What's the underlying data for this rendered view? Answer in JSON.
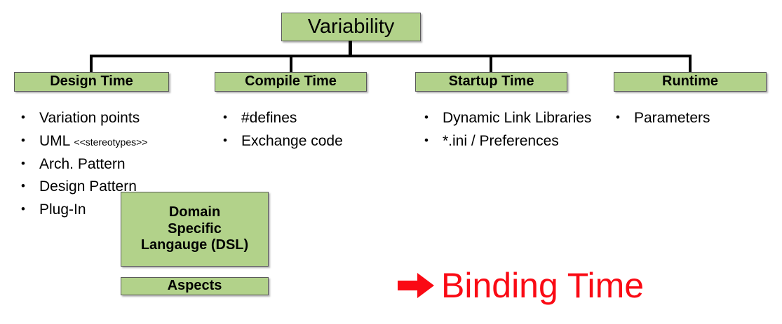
{
  "diagram": {
    "root": {
      "label": "Variability"
    },
    "colors": {
      "box_fill": "#b2d28a",
      "box_border": "#5a5a5a",
      "connector": "#000000",
      "callout_red": "#fa0a14"
    },
    "branches": [
      {
        "id": "design-time",
        "label": "Design Time",
        "items": [
          {
            "text": "Variation points"
          },
          {
            "text": "UML ",
            "suffix": "<<stereotypes>>"
          },
          {
            "text": "Arch. Pattern"
          },
          {
            "text": "Design Pattern"
          },
          {
            "text": "Plug-In"
          }
        ]
      },
      {
        "id": "compile-time",
        "label": "Compile Time",
        "items": [
          {
            "text": "#defines"
          },
          {
            "text": "Exchange code"
          }
        ]
      },
      {
        "id": "startup-time",
        "label": "Startup Time",
        "items": [
          {
            "text": "Dynamic Link Libraries"
          },
          {
            "text": "*.ini / Preferences"
          }
        ]
      },
      {
        "id": "runtime",
        "label": "Runtime",
        "items": [
          {
            "text": "Parameters"
          }
        ]
      }
    ],
    "extra_boxes": [
      {
        "id": "dsl",
        "lines": [
          "Domain",
          "Specific",
          "Langauge (DSL)"
        ]
      },
      {
        "id": "aspects",
        "label": "Aspects"
      }
    ],
    "callout": {
      "arrow_icon": "right-arrow-icon",
      "label": "Binding Time"
    },
    "bullet_glyph": "•"
  }
}
